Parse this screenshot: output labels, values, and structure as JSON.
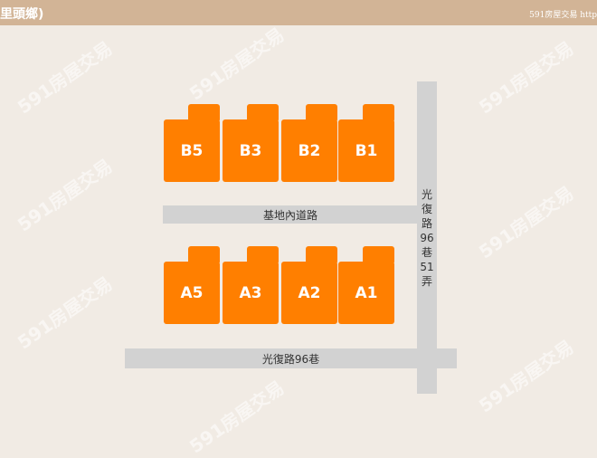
{
  "header": {
    "title": "里頭鄉)",
    "brand": "591房屋交易 http"
  },
  "roads": {
    "internal": "基地內道路",
    "bottom": "光復路96巷",
    "vertical": [
      "光",
      "復",
      "路",
      "96",
      "巷",
      "51",
      "弄"
    ]
  },
  "buildings": {
    "row_b": [
      "B5",
      "B3",
      "B2",
      "B1"
    ],
    "row_a": [
      "A5",
      "A3",
      "A2",
      "A1"
    ]
  },
  "watermark": "591房屋交易",
  "colors": {
    "building": "#ff7f00",
    "road": "#d2d2d2",
    "header": "#d2b496"
  }
}
